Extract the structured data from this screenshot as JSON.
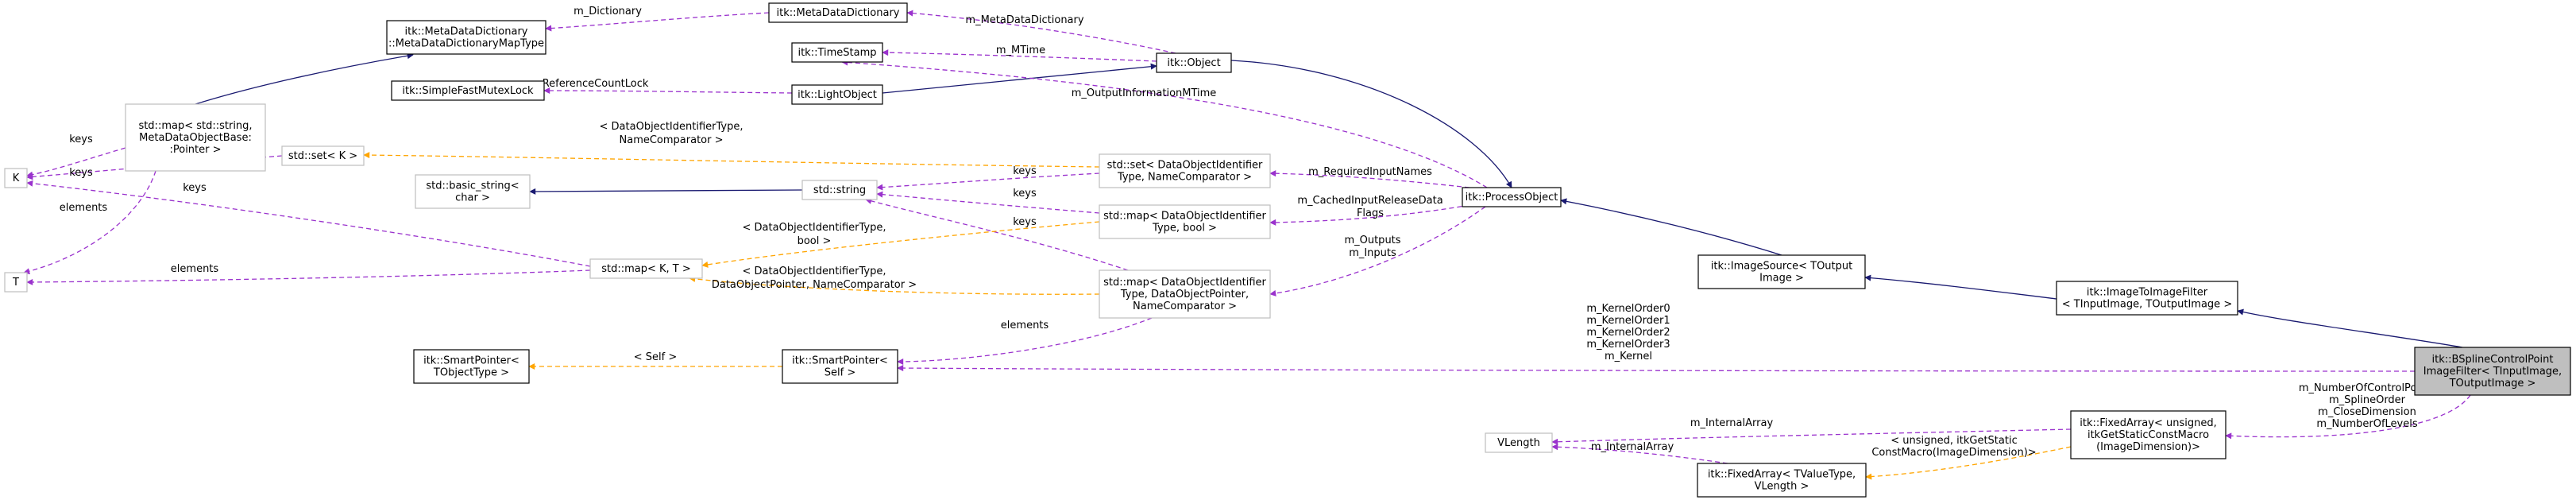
{
  "colors": {
    "inherit": "#191970",
    "usage": "#9a32cd",
    "template": "#ffa500",
    "border_main": "#000000",
    "border_muted": "#bfbfbf",
    "highlight_fill": "#bfbfbf"
  },
  "nodes": [
    {
      "id": "metadatadict_maptype",
      "lines": [
        "itk::MetaDataDictionary",
        "::MetaDataDictionaryMapType"
      ],
      "style": "main"
    },
    {
      "id": "metadatadict",
      "lines": [
        "itk::MetaDataDictionary"
      ],
      "style": "main"
    },
    {
      "id": "timestamp",
      "lines": [
        "itk::TimeStamp"
      ],
      "style": "main"
    },
    {
      "id": "object",
      "lines": [
        "itk::Object"
      ],
      "style": "main"
    },
    {
      "id": "fastmutexlock",
      "lines": [
        "itk::SimpleFastMutexLock"
      ],
      "style": "main"
    },
    {
      "id": "lightobject",
      "lines": [
        "itk::LightObject"
      ],
      "style": "main"
    },
    {
      "id": "stdmap_meta",
      "lines": [
        "std::map< std::string,",
        "MetaDataObjectBase:",
        ":Pointer >"
      ],
      "style": "muted"
    },
    {
      "id": "stdset_k",
      "lines": [
        "std::set< K >"
      ],
      "style": "muted"
    },
    {
      "id": "K",
      "lines": [
        "K"
      ],
      "style": "muted"
    },
    {
      "id": "T",
      "lines": [
        "T"
      ],
      "style": "muted"
    },
    {
      "id": "basic_string",
      "lines": [
        "std::basic_string<",
        "char >"
      ],
      "style": "muted"
    },
    {
      "id": "stdstring",
      "lines": [
        "std::string"
      ],
      "style": "muted"
    },
    {
      "id": "stdset_doi",
      "lines": [
        "std::set< DataObjectIdentifier",
        "Type, NameComparator >"
      ],
      "style": "muted"
    },
    {
      "id": "stdmap_doi_bool",
      "lines": [
        "std::map< DataObjectIdentifier",
        "Type, bool >"
      ],
      "style": "muted"
    },
    {
      "id": "stdmap_kt",
      "lines": [
        "std::map< K, T >"
      ],
      "style": "muted"
    },
    {
      "id": "stdmap_doi_ptr",
      "lines": [
        "std::map< DataObjectIdentifier",
        "Type, DataObjectPointer,",
        "NameComparator >"
      ],
      "style": "muted"
    },
    {
      "id": "processobject",
      "lines": [
        "itk::ProcessObject"
      ],
      "style": "main"
    },
    {
      "id": "imagesource",
      "lines": [
        "itk::ImageSource< TOutput",
        "Image >"
      ],
      "style": "main"
    },
    {
      "id": "imagetoimagefilter",
      "lines": [
        "itk::ImageToImageFilter",
        "< TInputImage, TOutputImage >"
      ],
      "style": "main"
    },
    {
      "id": "smartptr_objtype",
      "lines": [
        "itk::SmartPointer<",
        "TObjectType >"
      ],
      "style": "main"
    },
    {
      "id": "smartptr_self",
      "lines": [
        "itk::SmartPointer<",
        "Self >"
      ],
      "style": "main"
    },
    {
      "id": "bspline",
      "lines": [
        "itk::BSplineControlPoint",
        "ImageFilter< TInputImage,",
        "TOutputImage >"
      ],
      "style": "highlight"
    },
    {
      "id": "vlength",
      "lines": [
        "VLength"
      ],
      "style": "muted"
    },
    {
      "id": "fixedarray_unsigned",
      "lines": [
        "itk::FixedArray< unsigned,",
        "itkGetStaticConstMacro",
        "(ImageDimension)>"
      ],
      "style": "main"
    },
    {
      "id": "fixedarray_tvalue",
      "lines": [
        "itk::FixedArray< TValueType,",
        "VLength >"
      ],
      "style": "main"
    }
  ],
  "edges": [
    {
      "id": "e_maptype_dict",
      "kind": "usage",
      "labels": [
        "m_Dictionary"
      ]
    },
    {
      "id": "e_metamap_maptype",
      "kind": "inherit",
      "labels": []
    },
    {
      "id": "e_dict_object",
      "kind": "usage",
      "labels": [
        "m_MetaDataDictionary"
      ]
    },
    {
      "id": "e_timestamp_object",
      "kind": "usage",
      "labels": [
        "m_MTime"
      ]
    },
    {
      "id": "e_lightobject_object",
      "kind": "inherit",
      "labels": []
    },
    {
      "id": "e_mutex_lightobject",
      "kind": "usage",
      "labels": [
        "m_ReferenceCountLock"
      ]
    },
    {
      "id": "e_object_processobject",
      "kind": "inherit",
      "labels": []
    },
    {
      "id": "e_timestamp_processobject",
      "kind": "usage",
      "labels": [
        "m_OutputInformationMTime"
      ]
    },
    {
      "id": "e_k_metamap",
      "kind": "usage",
      "labels": [
        "keys"
      ]
    },
    {
      "id": "e_k_stdset",
      "kind": "usage",
      "labels": [
        "keys"
      ]
    },
    {
      "id": "e_k_mapkt",
      "kind": "usage",
      "labels": [
        "keys"
      ]
    },
    {
      "id": "e_t_metamap",
      "kind": "usage",
      "labels": [
        "elements"
      ]
    },
    {
      "id": "e_t_mapkt",
      "kind": "usage",
      "labels": [
        "elements"
      ]
    },
    {
      "id": "e_stdset_doi_tpl",
      "kind": "template",
      "labels": [
        "< DataObjectIdentifierType,",
        "NameComparator >"
      ]
    },
    {
      "id": "e_basicstring_string",
      "kind": "inherit",
      "labels": []
    },
    {
      "id": "e_string_setdoi",
      "kind": "usage",
      "labels": [
        "keys"
      ]
    },
    {
      "id": "e_string_mapbool",
      "kind": "usage",
      "labels": [
        "keys"
      ]
    },
    {
      "id": "e_string_mapptr",
      "kind": "usage",
      "labels": [
        "keys"
      ]
    },
    {
      "id": "e_mapbool_tpl",
      "kind": "template",
      "labels": [
        "< DataObjectIdentifierType,",
        "bool >"
      ]
    },
    {
      "id": "e_mapptr_tpl",
      "kind": "template",
      "labels": [
        "< DataObjectIdentifierType,",
        "DataObjectPointer, NameComparator >"
      ]
    },
    {
      "id": "e_setdoi_processobject",
      "kind": "usage",
      "labels": [
        "m_RequiredInputNames"
      ]
    },
    {
      "id": "e_mapbool_processobject",
      "kind": "usage",
      "labels": [
        "m_CachedInputReleaseData",
        "Flags"
      ]
    },
    {
      "id": "e_mapptr_processobject",
      "kind": "usage",
      "labels": [
        "m_Outputs",
        "m_Inputs"
      ]
    },
    {
      "id": "e_processobject_imagesource",
      "kind": "inherit",
      "labels": []
    },
    {
      "id": "e_imagesource_imagetoimage",
      "kind": "inherit",
      "labels": []
    },
    {
      "id": "e_imagetoimage_bspline",
      "kind": "inherit",
      "labels": []
    },
    {
      "id": "e_smartptr_tpl",
      "kind": "template",
      "labels": [
        "< Self >"
      ]
    },
    {
      "id": "e_smartself_mapptr",
      "kind": "usage",
      "labels": [
        "elements"
      ]
    },
    {
      "id": "e_smartself_bspline",
      "kind": "usage",
      "labels": [
        "m_KernelOrder0",
        "m_KernelOrder1",
        "m_KernelOrder2",
        "m_KernelOrder3",
        "m_Kernel"
      ]
    },
    {
      "id": "e_fixedunsigned_bspline",
      "kind": "usage",
      "labels": [
        "m_NumberOfControlPoints",
        "m_SplineOrder",
        "m_CloseDimension",
        "m_NumberOfLevels"
      ]
    },
    {
      "id": "e_vlength_fixedunsigned",
      "kind": "usage",
      "labels": [
        "m_InternalArray"
      ]
    },
    {
      "id": "e_vlength_fixedtvalue",
      "kind": "usage",
      "labels": [
        "m_InternalArray"
      ]
    },
    {
      "id": "e_fixedtvalue_tpl",
      "kind": "template",
      "labels": [
        "< unsigned, itkGetStatic",
        "ConstMacro(ImageDimension)>"
      ]
    }
  ]
}
